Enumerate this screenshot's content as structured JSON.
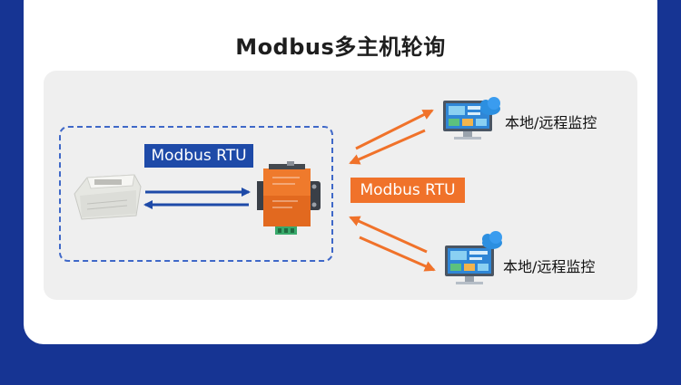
{
  "title": "Modbus多主机轮询",
  "local_link_label": "Modbus RTU",
  "remote_link_label": "Modbus RTU",
  "remote_top_label": "本地/远程监控",
  "remote_bottom_label": "本地/远程监控",
  "colors": {
    "background": "#163493",
    "panel": "#efefef",
    "blue": "#1e4aa8",
    "orange": "#f0722a"
  },
  "icons": [
    "printer-device-icon",
    "serial-converter-icon",
    "monitor-cloud-icon"
  ]
}
